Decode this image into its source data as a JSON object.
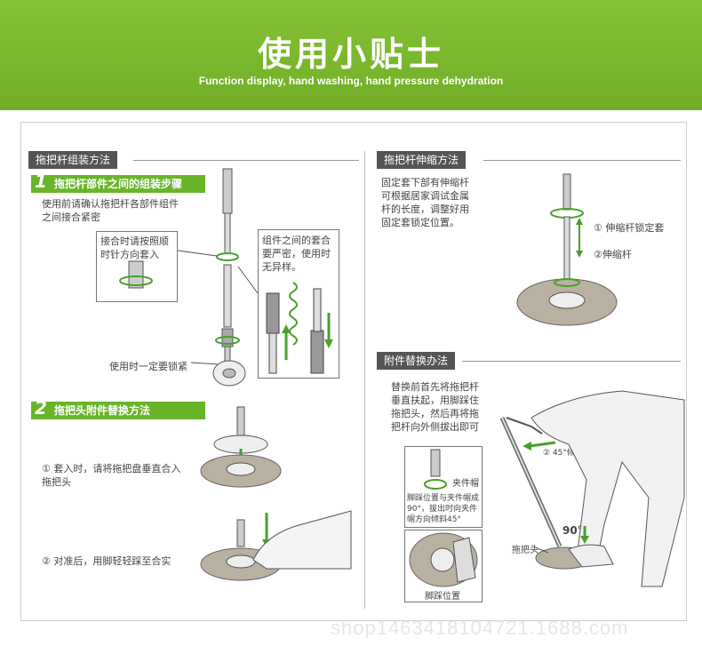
{
  "banner": {
    "title": "使用小贴士",
    "subtitle": "Function display, hand washing, hand pressure dehydration"
  },
  "left": {
    "tab": "拖把杆组装方法",
    "step1": {
      "num": "1",
      "title": "拖把杆部件之间的组装步骤",
      "desc": "使用前请确认拖把杆各部件组件之间接合紧密",
      "note_rotate": "接合时请按照顺时针方向套入",
      "note_fit": "组件之间的套合要严密，使用时无异样。",
      "lock_label": "使用时一定要锁紧"
    },
    "step2": {
      "num": "2",
      "title": "拖把头附件替换方法",
      "item1": "① 套入时，请将拖把盘垂直合入拖把头",
      "item2": "② 对准后，用脚轻轻踩至合实"
    }
  },
  "right": {
    "tab_telescopic": "拖把杆伸缩方法",
    "telescopic_desc": "固定套下部有伸缩杆可根据居家调试金属杆的长度，调整好用固定套锁定位置。",
    "label_lock": "① 伸缩杆锁定套",
    "label_rod": "②伸缩杆",
    "tab_replace": "附件替换办法",
    "replace_desc": "替换前首先将拖把杆垂直扶起，用脚踩住拖把头，然后再将拖把杆向外侧拔出即可",
    "tilt_label": "② 45°倾斜",
    "clip_label": "夹件帽",
    "angle_label": "90°",
    "step_one": "①",
    "position_note": "脚踩位置与夹件帽成90°，拔出时向夹件帽方向倾斜45°",
    "head_label": "拖把头",
    "foot_label": "脚踩位置"
  },
  "watermark": "shop1463418104721.1688.com",
  "colors": {
    "banner": "#7dbb2f",
    "step": "#69b52a",
    "tab": "#555555",
    "arrow": "#4aa02a"
  }
}
